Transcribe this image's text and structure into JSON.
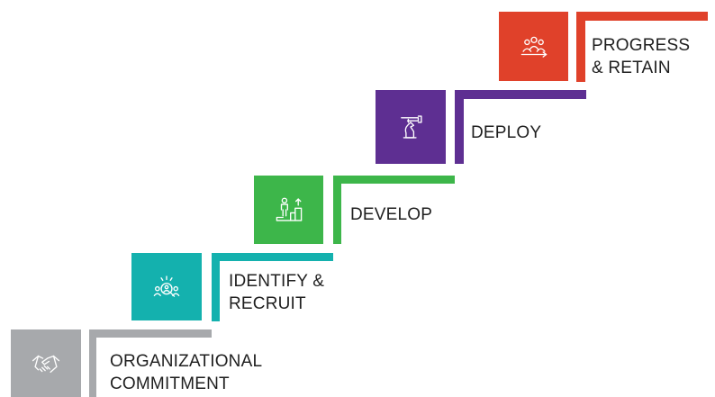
{
  "steps": [
    {
      "line1": "ORGANIZATIONAL",
      "line2": "COMMITMENT",
      "color": "#a7a9ac",
      "icon": "handshake-icon"
    },
    {
      "line1": "IDENTIFY &",
      "line2": "RECRUIT",
      "color": "#14b1ae",
      "icon": "talent-search-icon"
    },
    {
      "line1": "DEVELOP",
      "line2": "",
      "color": "#3db64a",
      "icon": "growth-steps-icon"
    },
    {
      "line1": "DEPLOY",
      "line2": "",
      "color": "#5e2f92",
      "icon": "chess-knight-icon"
    },
    {
      "line1": "PROGRESS",
      "line2": "& RETAIN",
      "color": "#e0412a",
      "icon": "team-progress-icon"
    }
  ]
}
